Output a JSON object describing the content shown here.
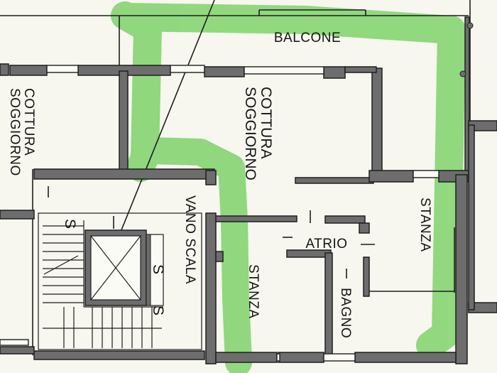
{
  "floor_plan": {
    "rooms": {
      "balcone": "BALCONE",
      "soggiorno_main": "SOGGIORNO COTTURA",
      "soggiorno_left": "SOGGIORNO COTTURA",
      "vano_scala": "VANO SCALA",
      "stanza_center": "STANZA",
      "stanza_right": "STANZA",
      "atrio": "ATRIO",
      "bagno": "BAGNO"
    },
    "stair_marks": {
      "mark_1": "S",
      "mark_2": "S",
      "mark_3": "S"
    },
    "highlight_color": "#7fd26b",
    "wall_color": "#6d6d6d",
    "line_color": "#1e1e1e",
    "paper_color": "#f7f6ef"
  }
}
